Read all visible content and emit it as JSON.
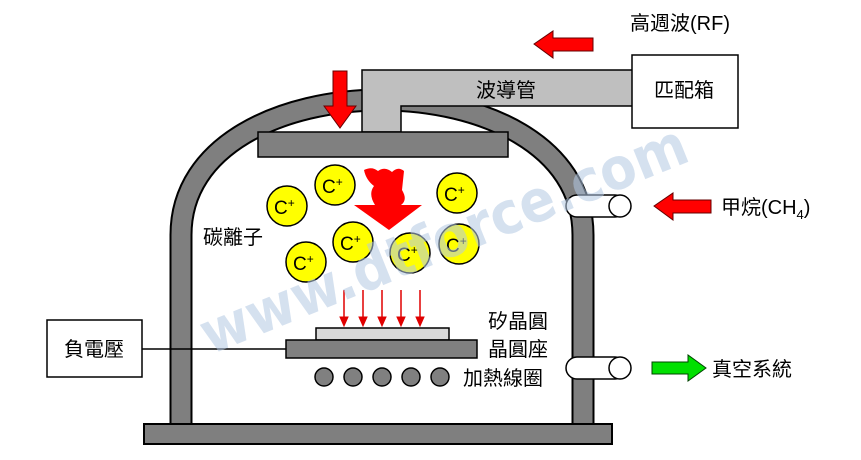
{
  "labels": {
    "rf_source": "高週波(RF)",
    "waveguide": "波導管",
    "matching_box": "匹配箱",
    "methane_prefix": "甲烷(CH",
    "methane_sub": "4",
    "methane_suffix": ")",
    "carbon_ions": "碳離子",
    "wafer": "矽晶圓",
    "wafer_holder": "晶圓座",
    "heating_coil": "加熱線圈",
    "negative_voltage": "負電壓",
    "vacuum_system": "真空系統"
  },
  "ion": {
    "base": "C",
    "charge": "+"
  },
  "watermark": "www.dtforce.com",
  "colors": {
    "chamber": "#7f7f7f",
    "waveguide": "#bfbfbf",
    "electrode": "#808080",
    "ion_fill": "#ffff00",
    "arrow_red": "#ff0000",
    "arrow_green": "#00e000",
    "small_arrow": "#e00000"
  },
  "icons": [
    "rf-input-arrow",
    "microwave-arrow",
    "plasma-burst-arrow",
    "methane-input-arrow",
    "exhaust-arrow",
    "ion-flux-arrows",
    "heating-coil-circles"
  ]
}
